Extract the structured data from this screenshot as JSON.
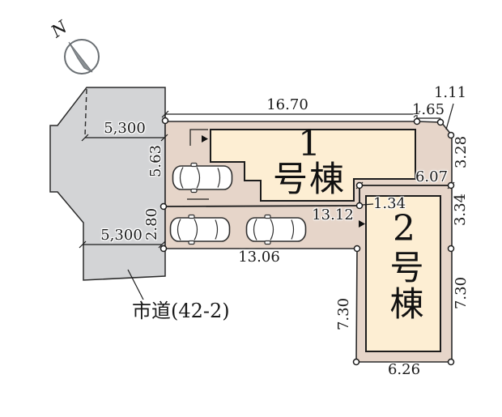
{
  "compass": {
    "north_label": "N"
  },
  "road": {
    "label": "市道(42-2)",
    "width_top": "5,300",
    "width_bottom": "5,300"
  },
  "lot": {
    "dim_top": "16.70",
    "dim_top_right_short": "1.65",
    "dim_top_right_slant": "1.11",
    "dim_right_upper": "3.28",
    "dim_lot_divider": "6.07",
    "dim_lot2_inset": "1.34",
    "dim_right_middle": "3.34",
    "dim_lot1_bottom": "13.12",
    "dim_parking_bottom": "13.06",
    "dim_lot2_left": "7.30",
    "dim_lot2_right": "7.30",
    "dim_lot2_bottom": "6.26",
    "dim_frontage_upper": "5.63",
    "dim_frontage_lower": "2.80"
  },
  "buildings": [
    {
      "number": "1",
      "suffix": "号棟"
    },
    {
      "number": "2",
      "suffix": "号棟"
    }
  ],
  "colors": {
    "road-fill": "#d3d4d6",
    "lot-fill": "#e6d5c9",
    "building-fill": "#fdeed3",
    "line": "#222222"
  }
}
